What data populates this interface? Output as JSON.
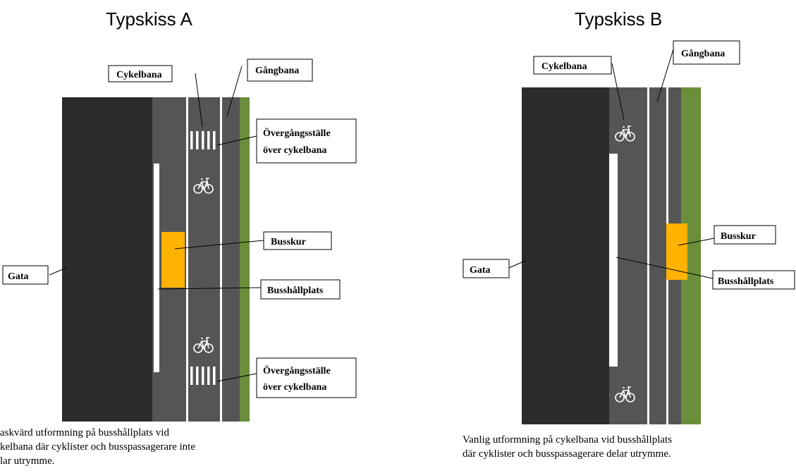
{
  "sketch_a": {
    "title": "Typskiss A",
    "labels": {
      "cykelbana": "Cykelbana",
      "gangbana": "Gångbana",
      "overgang_top_1": "Övergångsställe",
      "overgang_top_2": "över cykelbana",
      "busskur": "Busskur",
      "busshallplats": "Busshållplats",
      "gata": "Gata",
      "overgang_bottom_1": "Övergångsställe",
      "overgang_bottom_2": "över cykelbana"
    },
    "caption_lines": [
      "askvärd utformning på busshållplats vid",
      "kelbana där cyklister och busspassagerare inte",
      "lar utrymme."
    ]
  },
  "sketch_b": {
    "title": "Typskiss B",
    "labels": {
      "cykelbana": "Cykelbana",
      "gangbana": "Gångbana",
      "busskur": "Busskur",
      "busshallplats": "Busshållplats",
      "gata": "Gata"
    },
    "caption_lines": [
      "Vanlig utformning på cykelbana vid busshållplats",
      "där cyklister och busspassagerare delar utrymme."
    ]
  },
  "colors": {
    "road": "#2b2b2b",
    "lane": "#555555",
    "grass": "#6b8e3a",
    "shelter": "#ffb300",
    "marking": "#ffffff"
  },
  "icons": [
    "bicycle-icon",
    "crosswalk-marking"
  ]
}
